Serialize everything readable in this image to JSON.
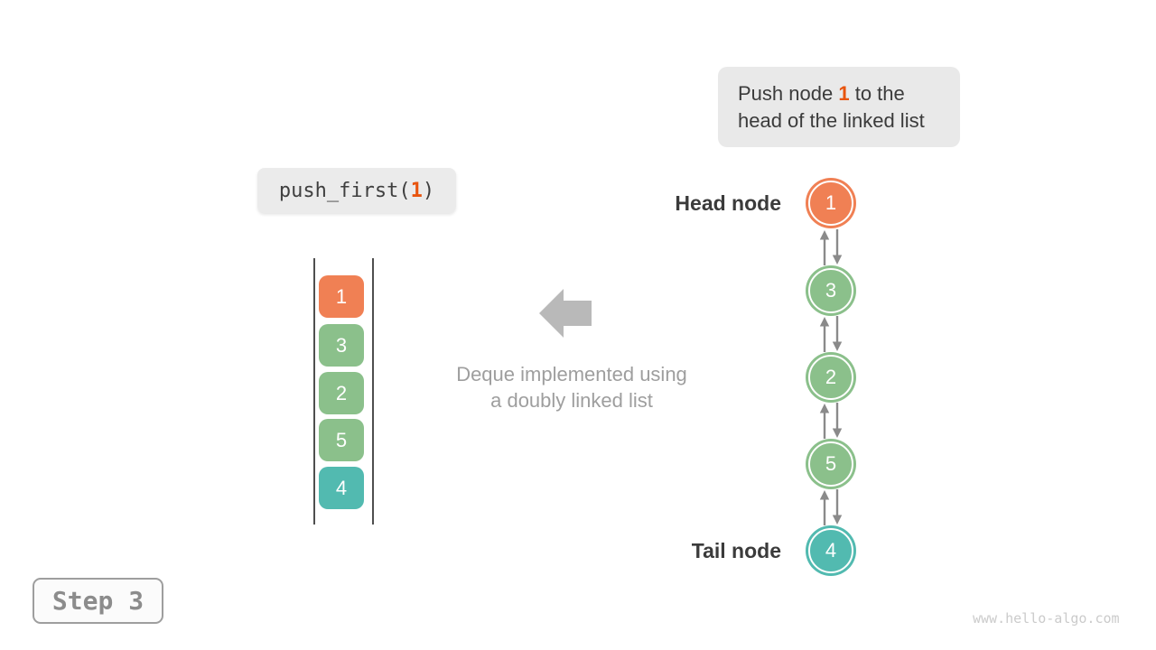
{
  "colors": {
    "orange": "#F08054",
    "green": "#8BC08B",
    "teal": "#52BAB0",
    "highlight": "#E8540E",
    "callout_bg": "#E9E9E9",
    "big_arrow_gray": "#B9B9B9",
    "link_arrow_gray": "#8A8A8A",
    "text_dark": "#3B3B3B",
    "text_gray": "#9E9E9E"
  },
  "callout": {
    "line1_before": "Push node",
    "highlight": "1",
    "line1_after": "to the",
    "line2": "head of the linked list"
  },
  "code": {
    "before": "push_first(",
    "arg": "1",
    "after": ")"
  },
  "deque": {
    "items": [
      {
        "value": "1",
        "color": "orange"
      },
      {
        "value": "3",
        "color": "green"
      },
      {
        "value": "2",
        "color": "green"
      },
      {
        "value": "5",
        "color": "green"
      },
      {
        "value": "4",
        "color": "teal"
      }
    ]
  },
  "caption": {
    "line1": "Deque implemented using",
    "line2": "a doubly linked list"
  },
  "linked_list": {
    "head_label": "Head node",
    "tail_label": "Tail node",
    "nodes": [
      {
        "value": "1",
        "color": "orange"
      },
      {
        "value": "3",
        "color": "green"
      },
      {
        "value": "2",
        "color": "green"
      },
      {
        "value": "5",
        "color": "green"
      },
      {
        "value": "4",
        "color": "teal"
      }
    ]
  },
  "step": {
    "label": "Step 3"
  },
  "watermark": "www.hello-algo.com"
}
